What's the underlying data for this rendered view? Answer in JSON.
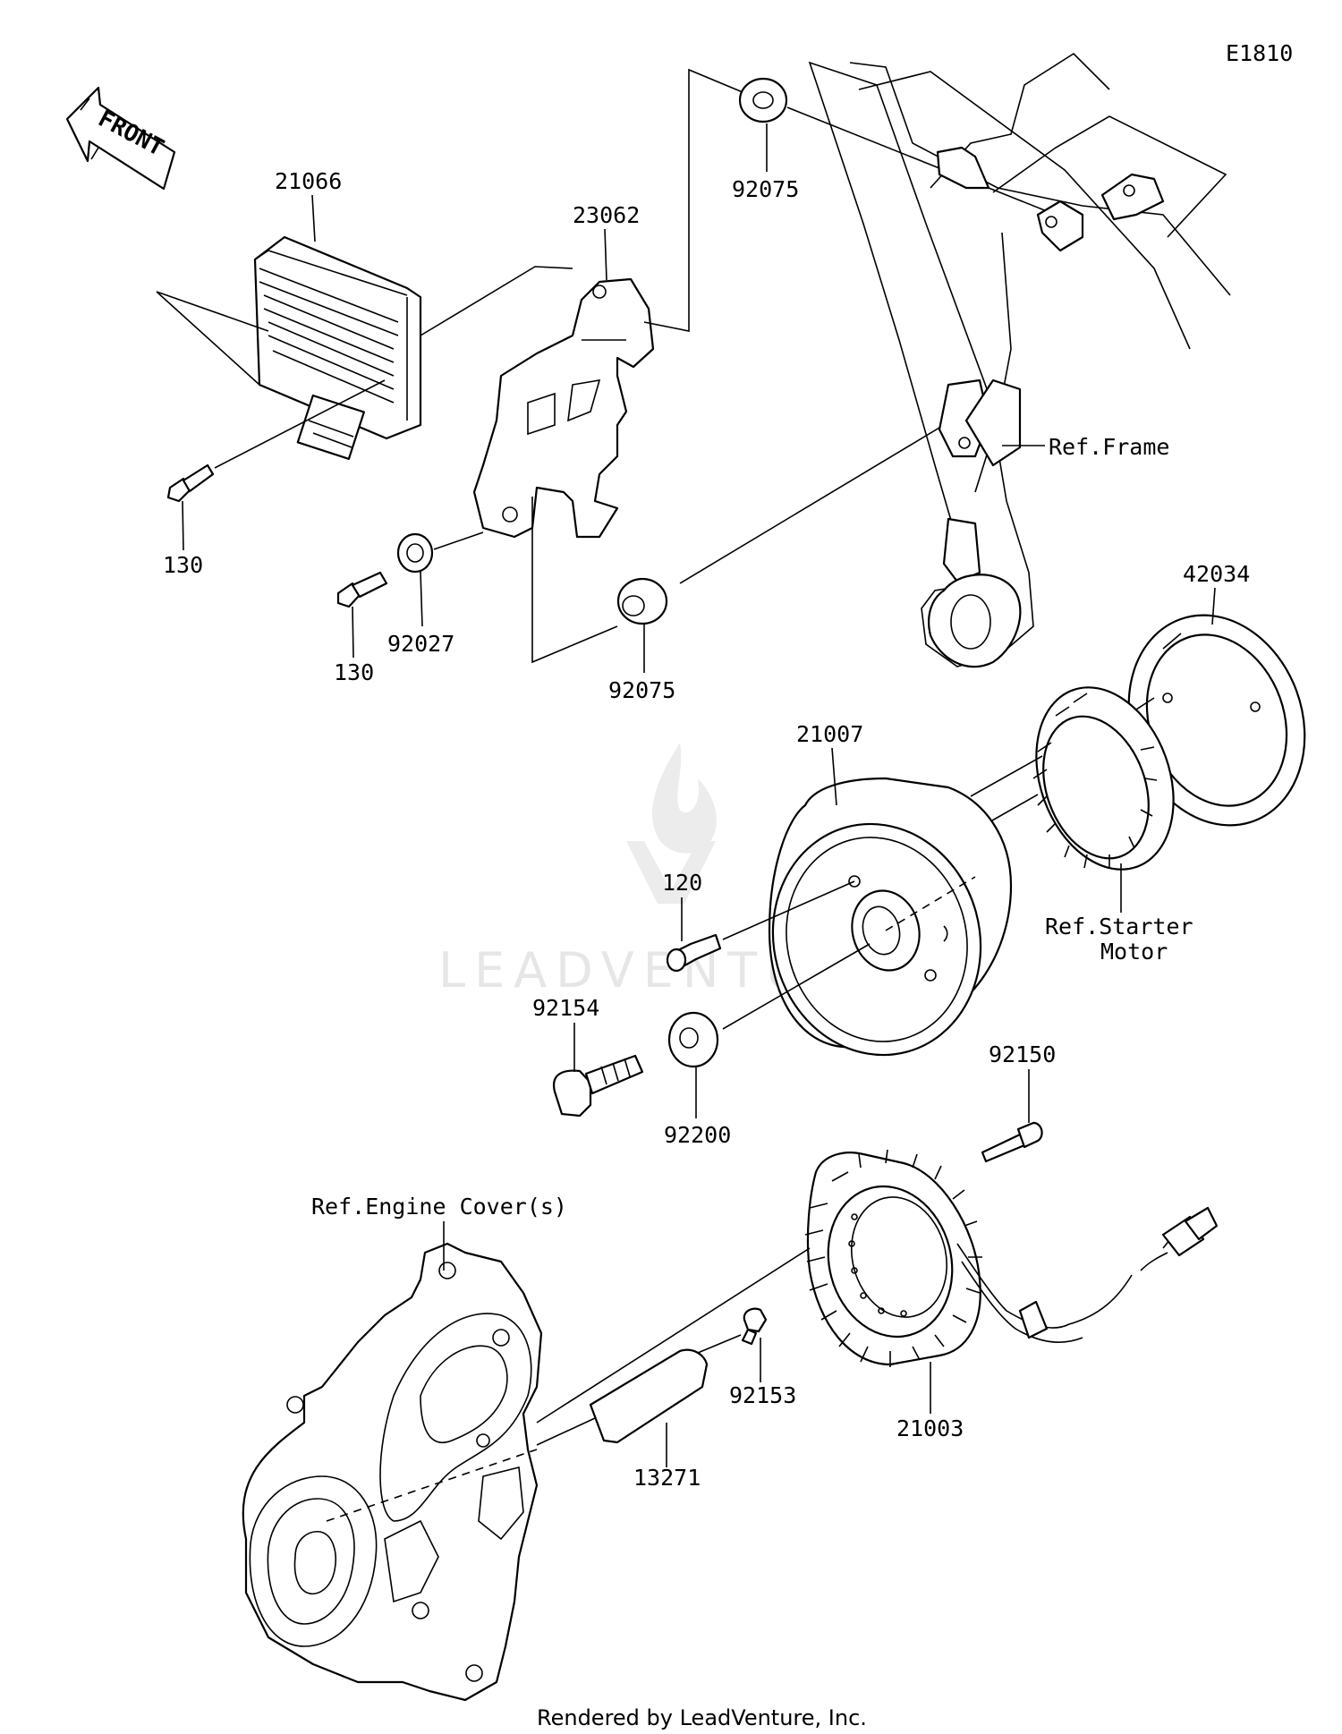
{
  "diagram": {
    "code": "E1810",
    "direction_label": "FRONT",
    "watermark": "LEADVENTURE",
    "footer": "Rendered by LeadVenture, Inc.",
    "callouts": {
      "regulator": "21066",
      "bolt_a": "130",
      "bolt_b": "130",
      "bracket": "23062",
      "collar": "92027",
      "grommet_top": "92075",
      "grommet_bottom": "92075",
      "ref_frame": "Ref.Frame",
      "rotor": "21007",
      "bolt_120": "120",
      "bolt_92154": "92154",
      "washer": "92200",
      "gear": "42034",
      "ref_starter_line1": "Ref.Starter",
      "ref_starter_line2": "Motor",
      "stator_bolt": "92150",
      "ref_engine_cover": "Ref.Engine Cover(s)",
      "plate_bolt": "92153",
      "plate": "13271",
      "stator": "21003"
    }
  }
}
